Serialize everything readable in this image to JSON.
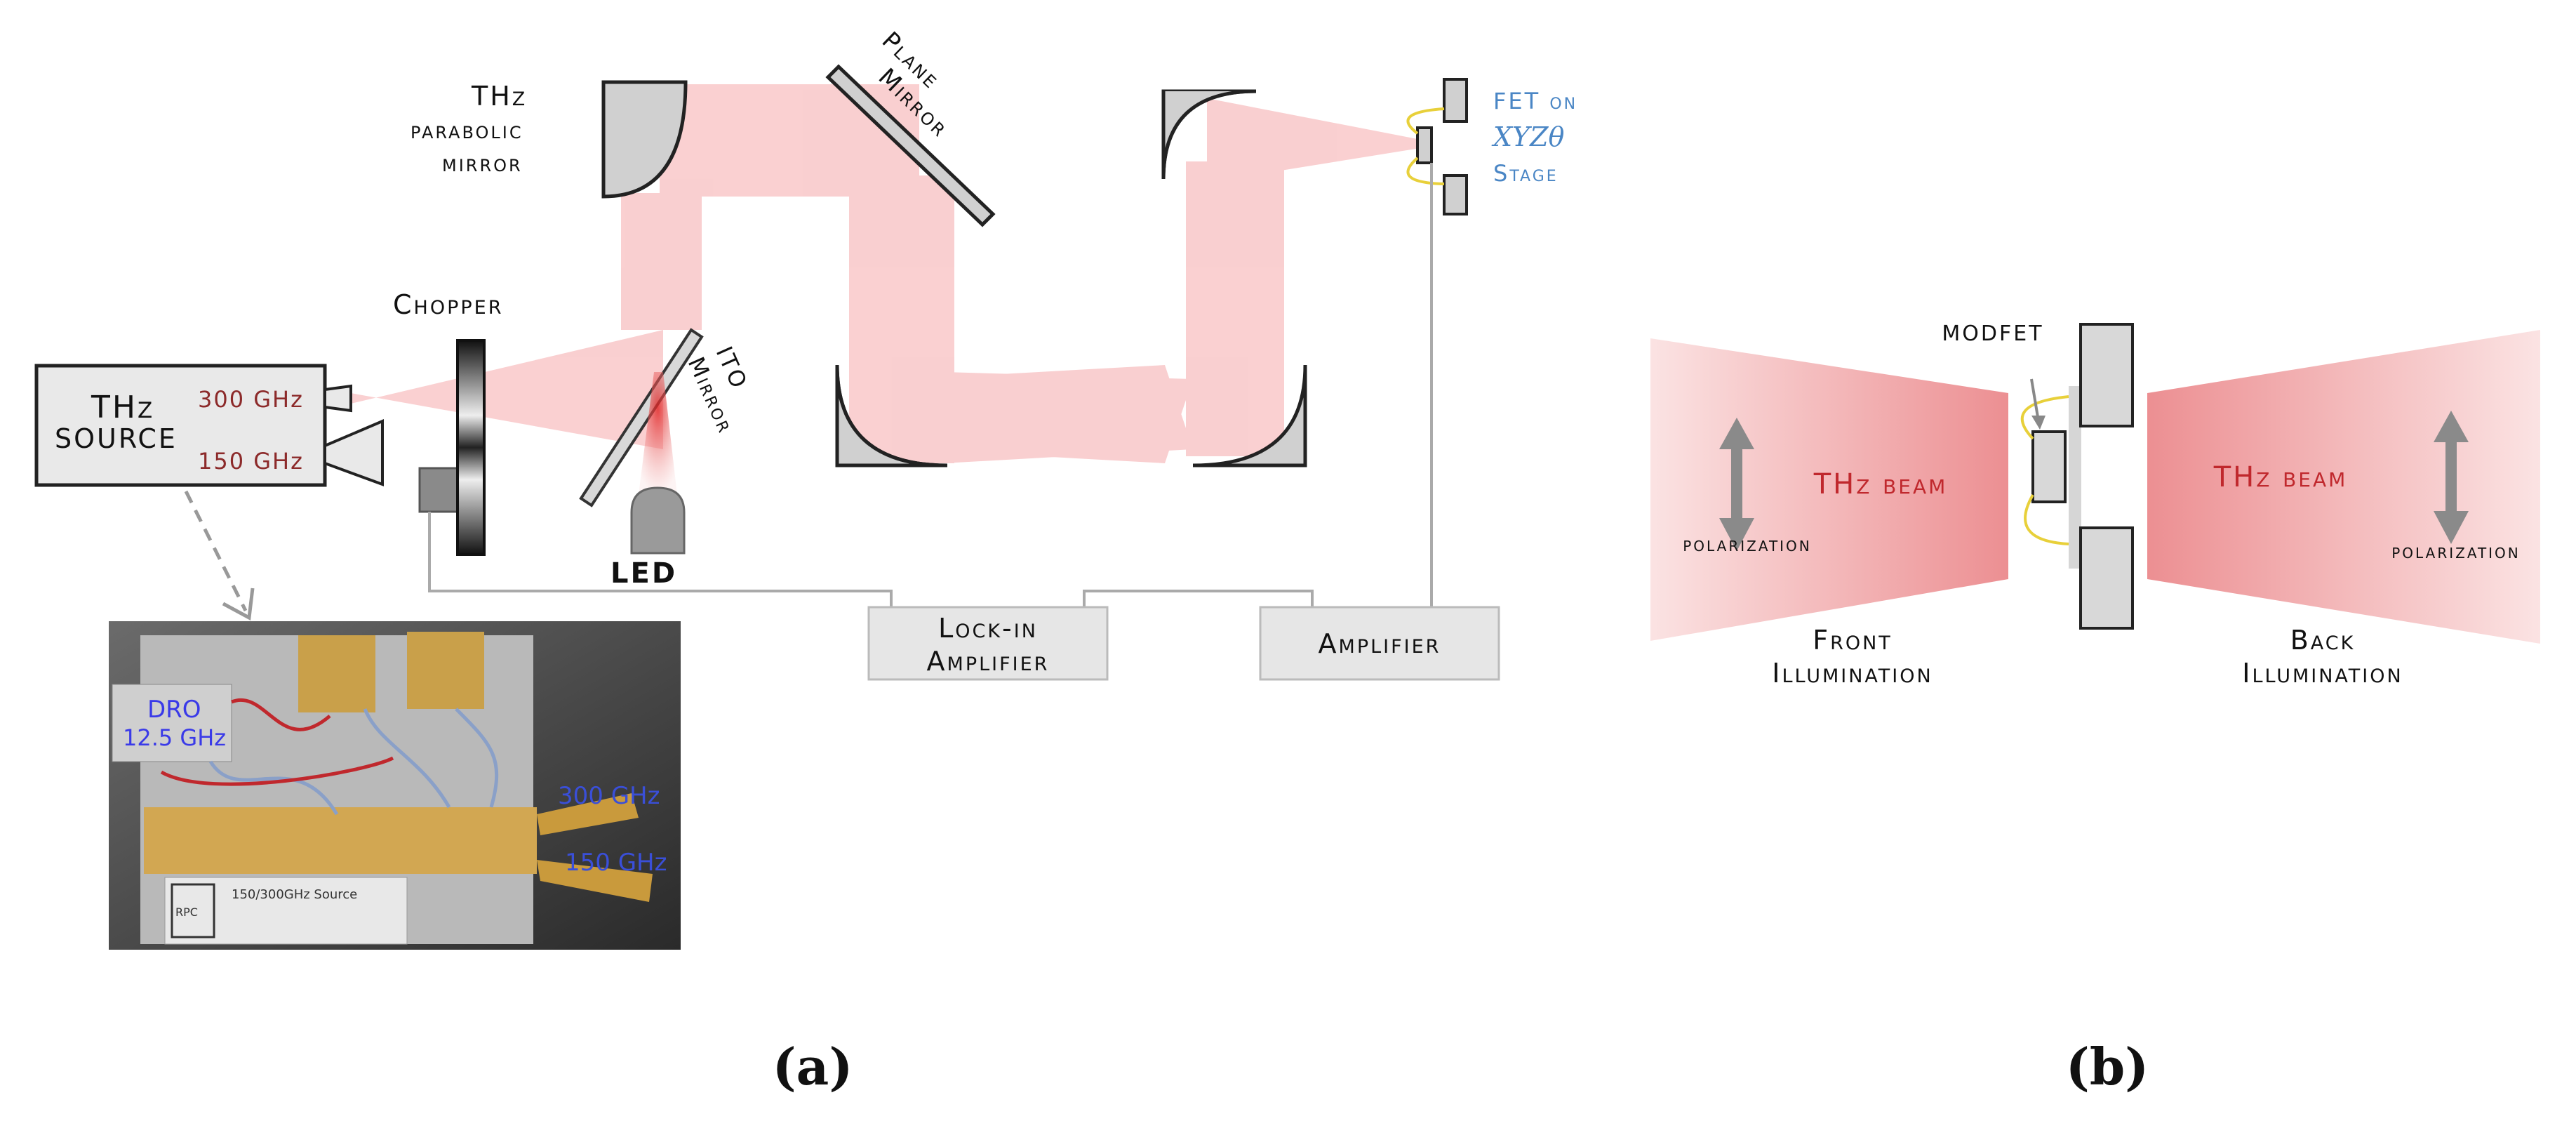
{
  "panel_a": {
    "source_title": "THz",
    "source_sub": "SOURCE",
    "freq_300": "300 GHz",
    "freq_150": "150 GHz",
    "chopper": "Chopper",
    "ito_line1": "ITO",
    "ito_line2": "Mirror",
    "led": "LED",
    "thz_parabolic_1": "THz",
    "thz_parabolic_2": "parabolic",
    "thz_parabolic_3": "mirror",
    "plane_mirror_1": "Plane",
    "plane_mirror_2": "Mirror",
    "fet_line1": "FET on",
    "fet_line2": "XYZθ",
    "fet_line3": "Stage",
    "lockin_1": "Lock-in",
    "lockin_2": "Amplifier",
    "amplifier": "Amplifier",
    "photo": {
      "dro_1": "DRO",
      "dro_2": "12.5 GHz",
      "f300": "300 GHz",
      "f150": "150 GHz",
      "plate_title": "150/300GHz Source",
      "logo": "RPC"
    },
    "caption": "(a)"
  },
  "panel_b": {
    "modfet": "MODFET",
    "beam_left": "THz beam",
    "beam_right": "THz beam",
    "pol_left": "polarization",
    "pol_right": "polarization",
    "front_1": "Front",
    "front_2": "Illumination",
    "back_1": "Back",
    "back_2": "Illumination",
    "caption": "(b)"
  },
  "colors": {
    "beam_red": "#f5a9ab",
    "label_red": "#c0282d",
    "freq_red": "#8c2a2a",
    "fet_blue": "#4a86c5",
    "box_gray": "#e6e6e6",
    "mirror_gray": "#cfcfcf"
  }
}
